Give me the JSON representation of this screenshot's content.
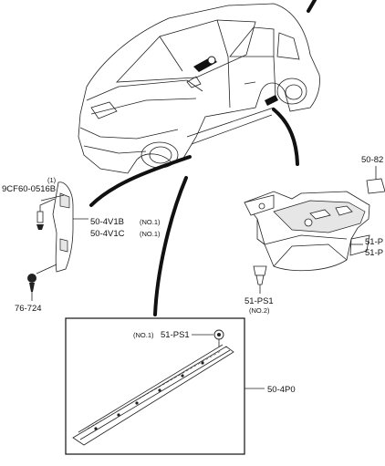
{
  "labels": {
    "clip_code": "9CF60-0516B",
    "clip_qty": "(1)",
    "screw_code": "76-724",
    "mudguard_b": "50-4V1B",
    "mudguard_b_note": "(NO.1)",
    "mudguard_c": "50-4V1C",
    "mudguard_c_note": "(NO.1)",
    "bracket_code_partial": "50-82",
    "part_51_partial_1": "51-P",
    "part_51_partial_2": "51-P",
    "clip_ps1": "51-PS1",
    "clip_ps1_note": "(NO.2)",
    "inset_clip_note": "(NO.1)",
    "inset_clip_code": "51-PS1",
    "sill_code": "50-4P0"
  }
}
